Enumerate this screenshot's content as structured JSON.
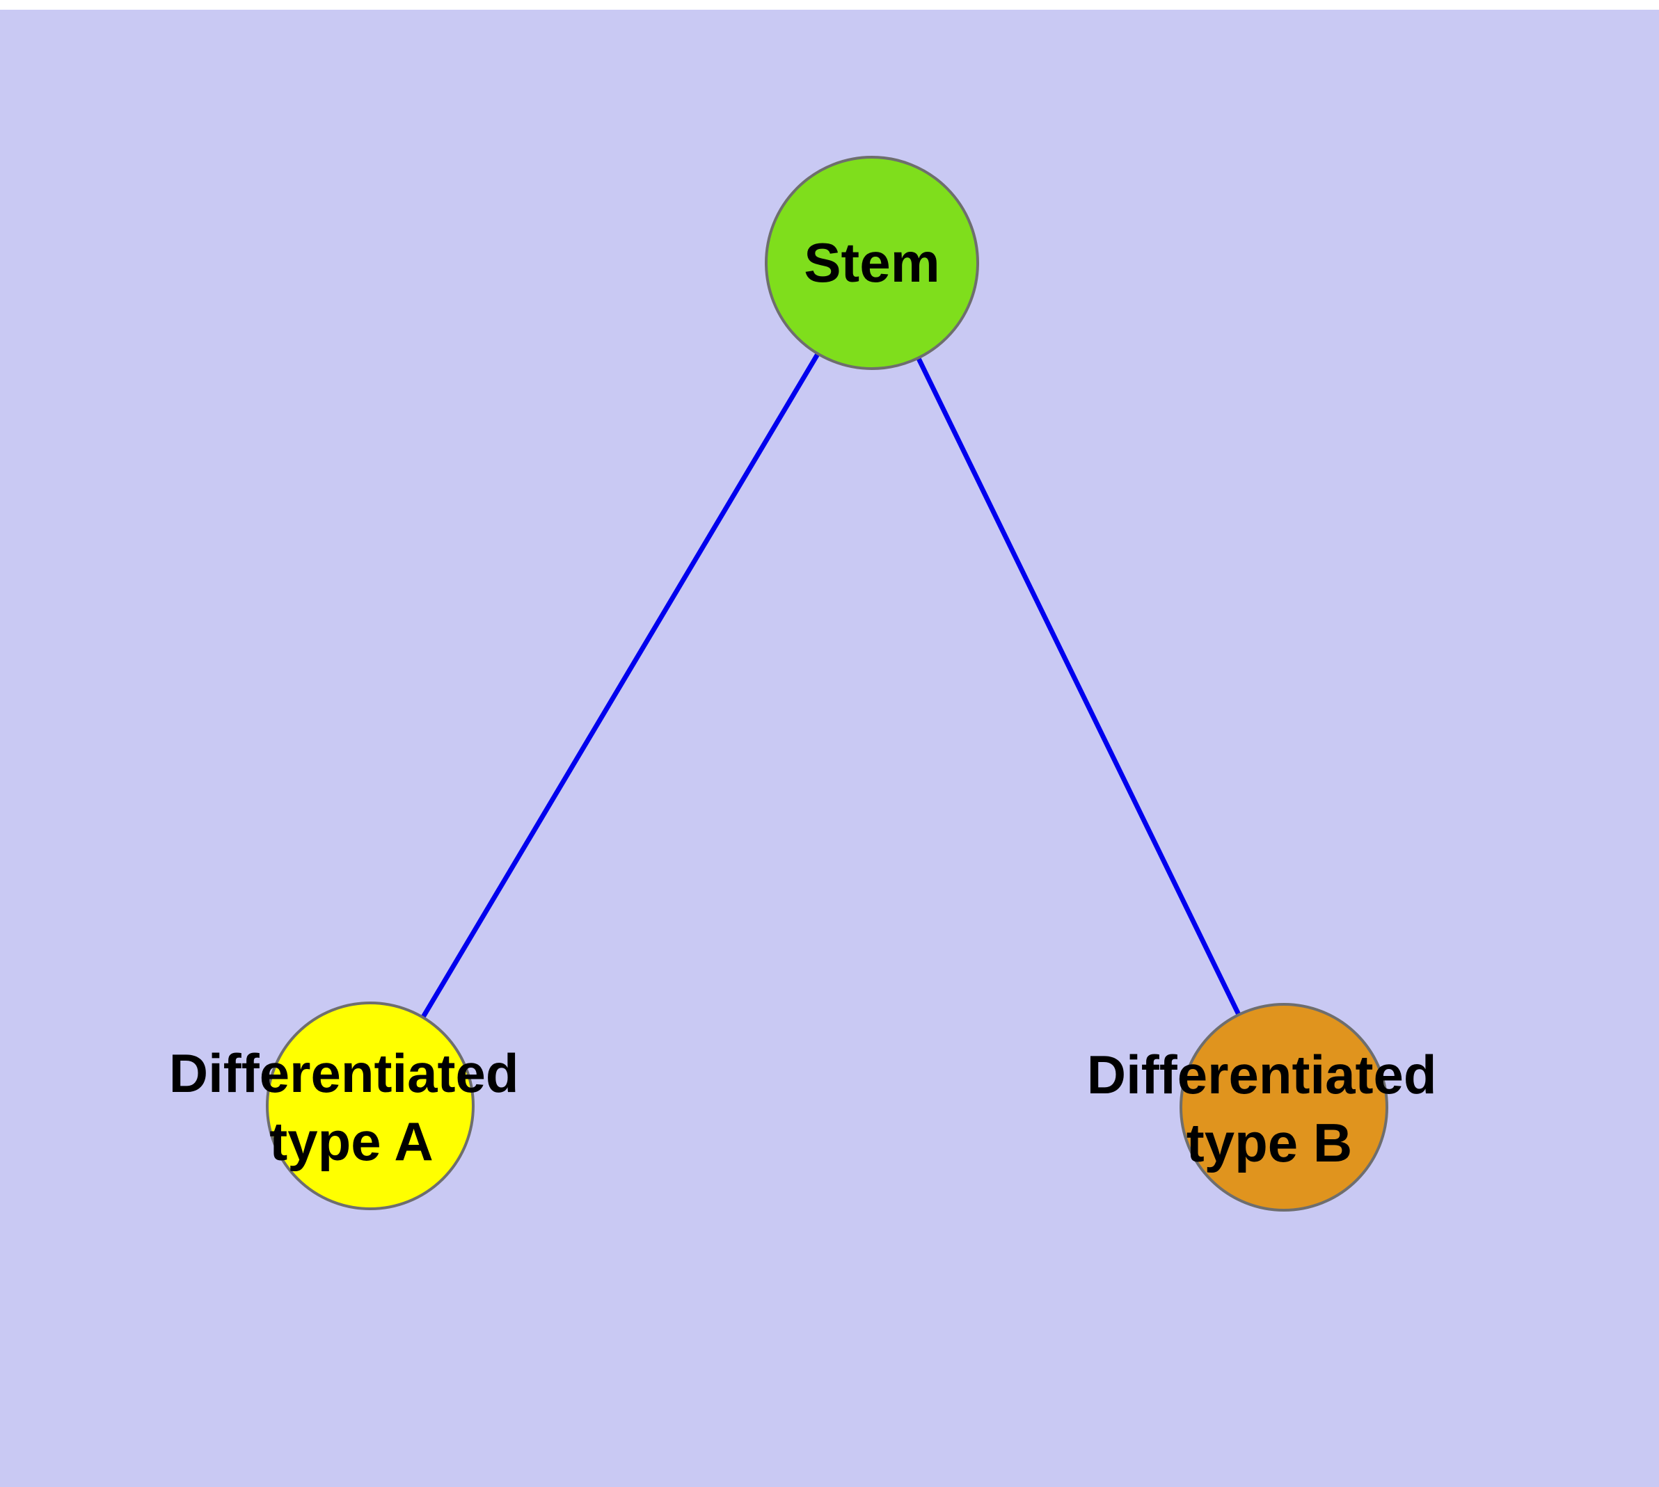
{
  "diagram": {
    "type": "graph",
    "description": "Stem cell differentiation tree",
    "colors": {
      "background": "#c9c9f3",
      "edge": "#0000ee",
      "node_border": "#6e6e6e",
      "stem_fill": "#7fde1c",
      "type_a_fill": "#ffff00",
      "type_b_fill": "#e0941e",
      "label_text": "#000000"
    },
    "nodes": [
      {
        "id": "stem",
        "label": "Stem"
      },
      {
        "id": "type-a",
        "label": "Differentiated type A",
        "label_line1": "Differentiated",
        "label_line2": "type A"
      },
      {
        "id": "type-b",
        "label": "Differentiated type B",
        "label_line1": "Differentiated",
        "label_line2": "type B"
      }
    ],
    "edges": [
      {
        "from": "Stem",
        "to": "Differentiated type A"
      },
      {
        "from": "Stem",
        "to": "Differentiated type B"
      }
    ]
  }
}
